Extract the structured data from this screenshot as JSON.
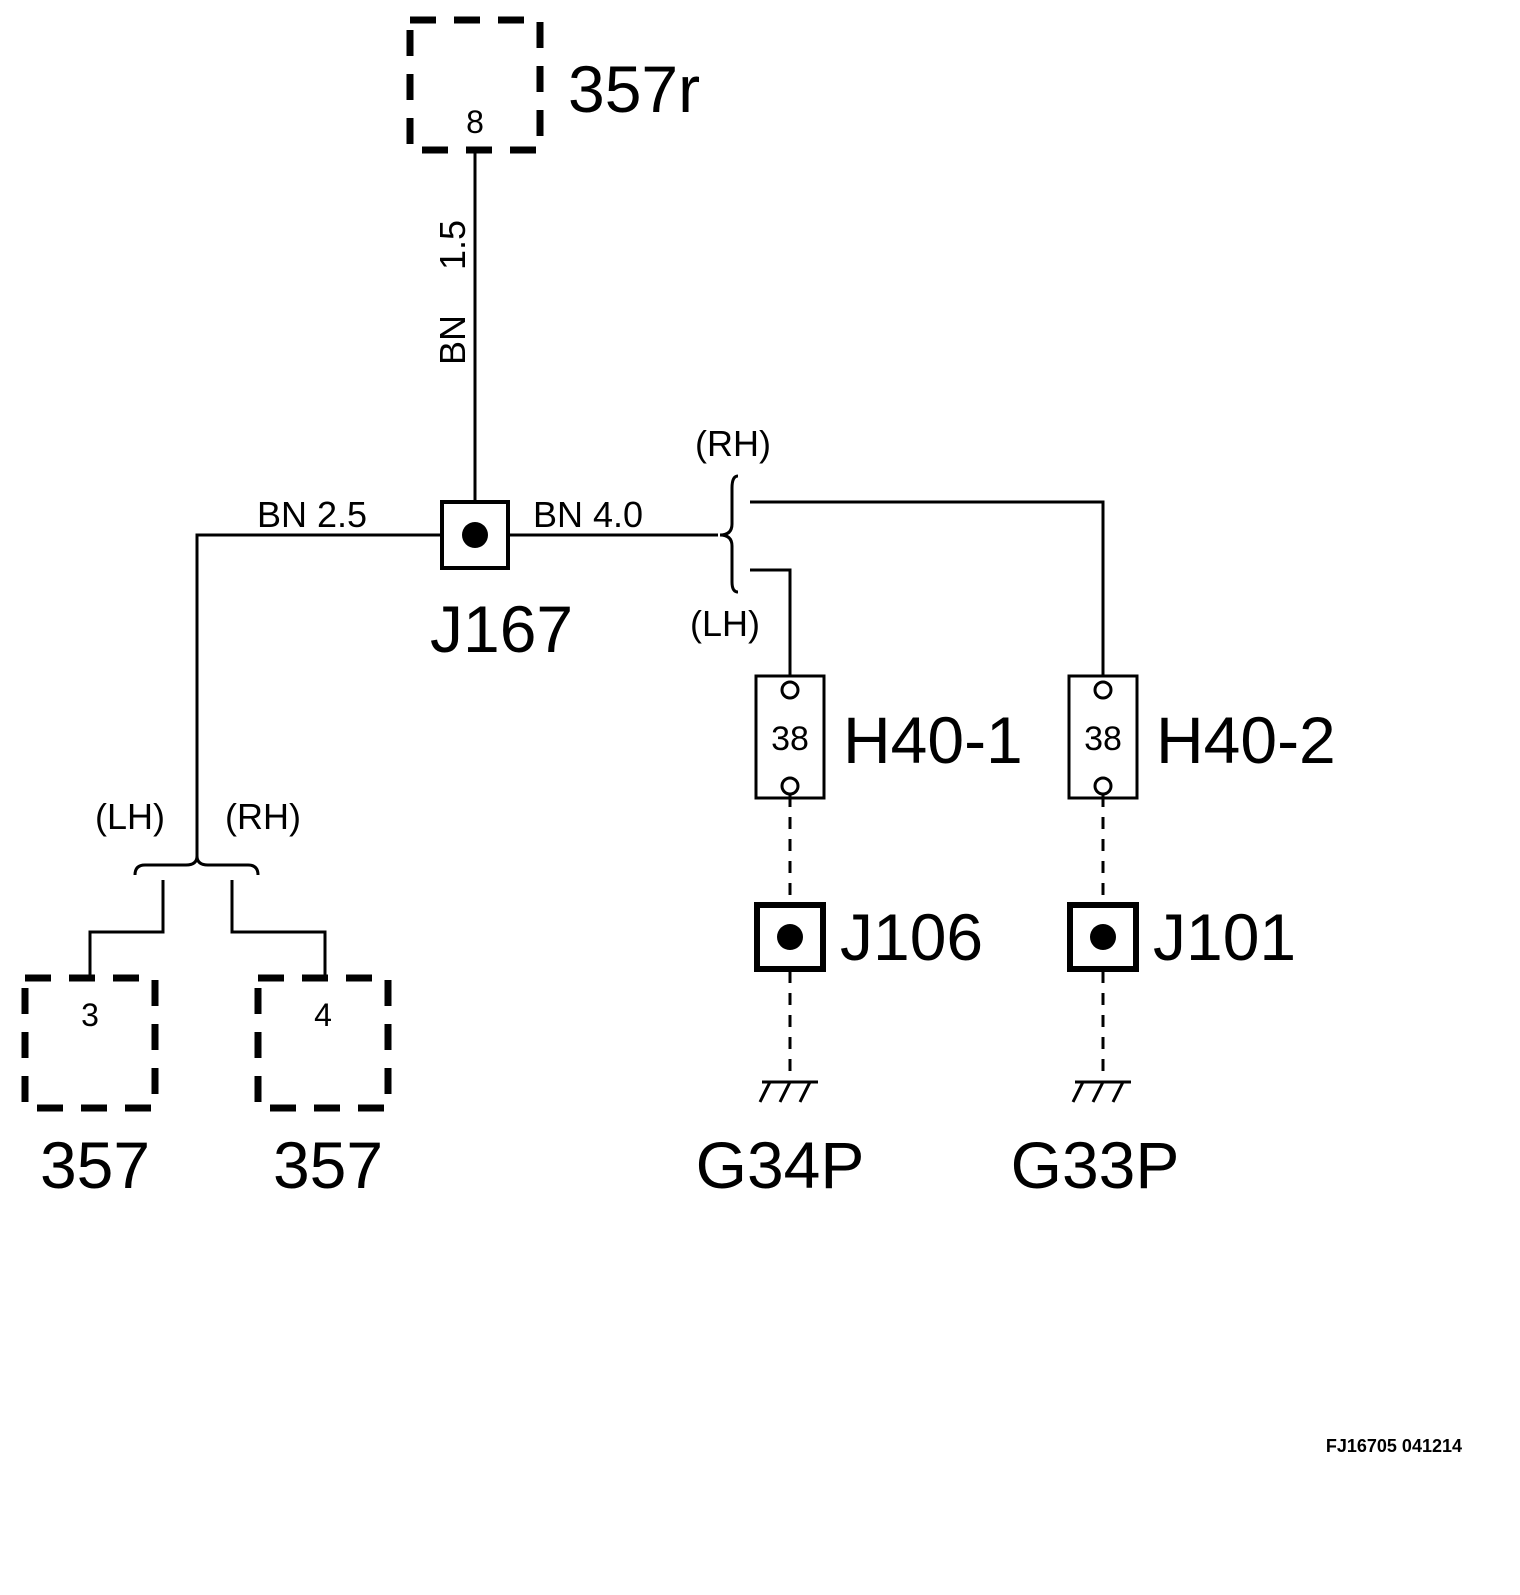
{
  "components": {
    "top_connector": {
      "label": "357r",
      "pin": "8"
    },
    "left_connector": {
      "label": "357",
      "pin": "3"
    },
    "right_connector": {
      "label": "357",
      "pin": "4"
    }
  },
  "wires": {
    "vertical": {
      "color": "BN",
      "size": "1.5"
    },
    "left": "BN 2.5",
    "right": "BN 4.0"
  },
  "splice": {
    "label": "J167"
  },
  "variants": {
    "upper_rh": "(RH)",
    "upper_lh": "(LH)",
    "lower_lh": "(LH)",
    "lower_rh": "(RH)"
  },
  "inline_connectors": [
    {
      "label": "H40-1",
      "pin": "38"
    },
    {
      "label": "H40-2",
      "pin": "38"
    }
  ],
  "ground_splices": [
    {
      "label": "J106"
    },
    {
      "label": "J101"
    }
  ],
  "grounds": [
    {
      "label": "G34P"
    },
    {
      "label": "G33P"
    }
  ],
  "figure_id": "FJ16705 041214"
}
